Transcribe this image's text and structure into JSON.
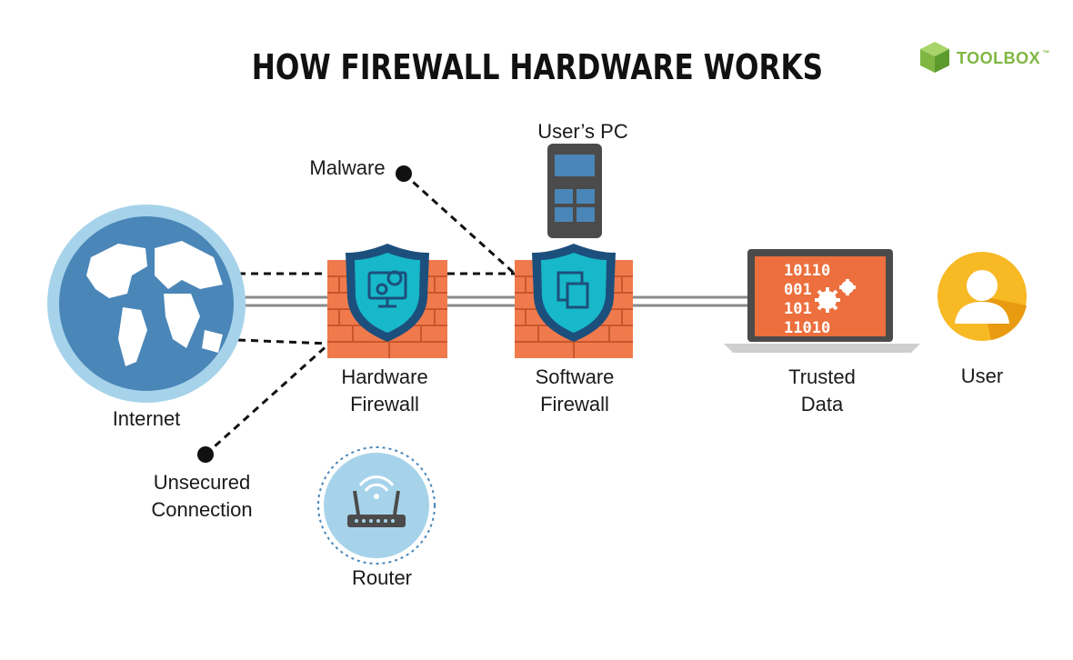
{
  "title": "HOW FIREWALL HARDWARE WORKS",
  "brand": {
    "name": "TOOLBOX",
    "tm": "™",
    "color": "#7fb742"
  },
  "labels": {
    "internet": "Internet",
    "malware": "Malware",
    "users_pc": "User’s PC",
    "hardware_firewall": [
      "Hardware",
      "Firewall"
    ],
    "software_firewall": [
      "Software",
      "Firewall"
    ],
    "trusted_data": [
      "Trusted",
      "Data"
    ],
    "user": "User",
    "unsecured_connection": [
      "Unsecured",
      "Connection"
    ],
    "router": "Router"
  },
  "binary_lines": [
    "10110",
    "001",
    "101",
    "11010"
  ],
  "colors": {
    "globe_blue": "#4a86b8",
    "globe_ring": "#a6d3ea",
    "brick": "#f07a4c",
    "shield_teal": "#17b8c9",
    "shield_dark": "#1c4f7c",
    "screen_orange": "#ec6f3d",
    "user_yellow": "#f7b924"
  },
  "icons": [
    "globe-icon",
    "hardware-firewall-icon",
    "software-firewall-icon",
    "phone-icon",
    "laptop-icon",
    "user-icon",
    "router-icon",
    "toolbox-logo-icon"
  ]
}
